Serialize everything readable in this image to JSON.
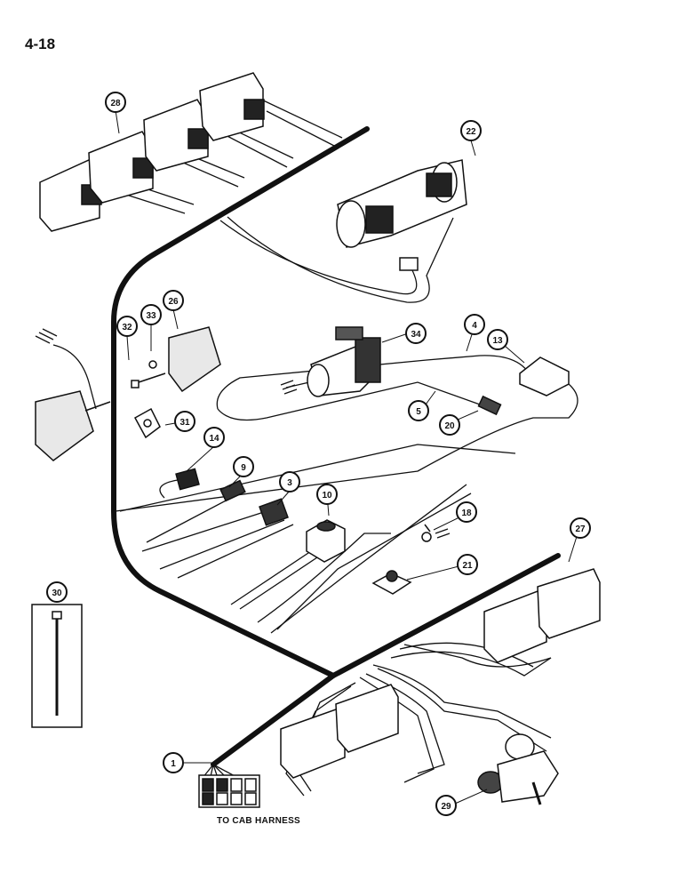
{
  "page_number": "4-18",
  "footnote": "TO CAB HARNESS",
  "callouts": {
    "c1": "1",
    "c3": "3",
    "c4": "4",
    "c5": "5",
    "c9": "9",
    "c10": "10",
    "c13": "13",
    "c14": "14",
    "c18": "18",
    "c20": "20",
    "c21": "21",
    "c22": "22",
    "c26": "26",
    "c27": "27",
    "c28": "28",
    "c29": "29",
    "c30": "30",
    "c31": "31",
    "c32": "32",
    "c33": "33",
    "c34": "34"
  },
  "colors": {
    "ink": "#111111",
    "paper": "#ffffff",
    "shade": "#d9d9d9"
  }
}
